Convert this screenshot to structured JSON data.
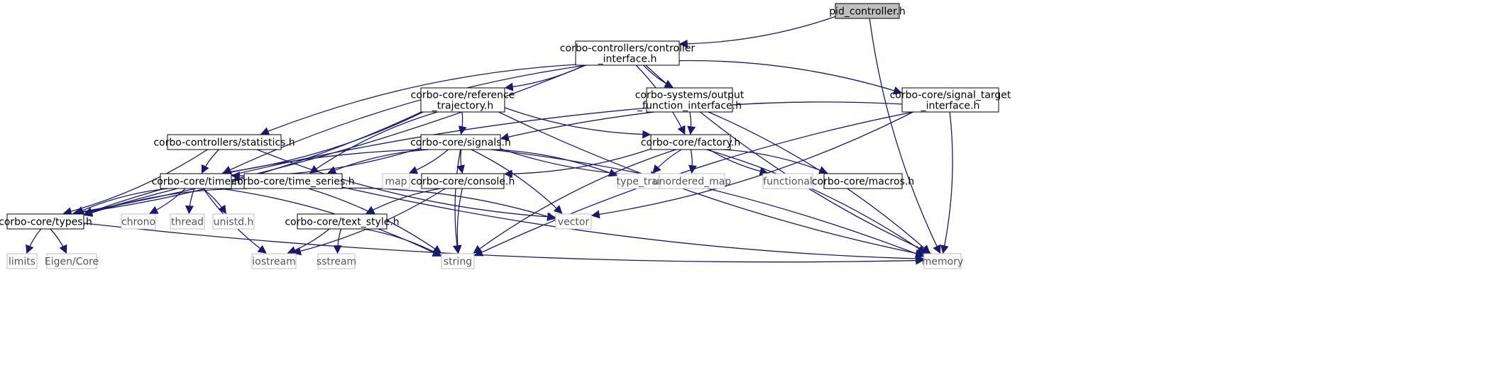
{
  "colors": {
    "edge": "#191970",
    "node_border": "#000000",
    "system_border": "#bfbfbf",
    "root_fill": "#bfbfbf",
    "node_fill": "#ffffff",
    "system_text": "#555555"
  },
  "diagram": {
    "nodes": [
      {
        "id": "pid",
        "lines": [
          "pid_controller.h"
        ],
        "kind": "root"
      },
      {
        "id": "ci",
        "lines": [
          "corbo-controllers/controller",
          "_interface.h"
        ],
        "kind": "header"
      },
      {
        "id": "ref",
        "lines": [
          "corbo-core/reference",
          "_trajectory.h"
        ],
        "kind": "header"
      },
      {
        "id": "ofi",
        "lines": [
          "corbo-systems/output",
          "_function_interface.h"
        ],
        "kind": "header"
      },
      {
        "id": "sti",
        "lines": [
          "corbo-core/signal_target",
          "_interface.h"
        ],
        "kind": "header"
      },
      {
        "id": "stat",
        "lines": [
          "corbo-controllers/statistics.h"
        ],
        "kind": "header"
      },
      {
        "id": "sig",
        "lines": [
          "corbo-core/signals.h"
        ],
        "kind": "header"
      },
      {
        "id": "fac",
        "lines": [
          "corbo-core/factory.h"
        ],
        "kind": "header"
      },
      {
        "id": "time",
        "lines": [
          "corbo-core/time.h"
        ],
        "kind": "header"
      },
      {
        "id": "ts",
        "lines": [
          "corbo-core/time_series.h"
        ],
        "kind": "header"
      },
      {
        "id": "map",
        "lines": [
          "map"
        ],
        "kind": "system"
      },
      {
        "id": "con",
        "lines": [
          "corbo-core/console.h"
        ],
        "kind": "header"
      },
      {
        "id": "tt",
        "lines": [
          "type_traits"
        ],
        "kind": "system"
      },
      {
        "id": "um",
        "lines": [
          "unordered_map"
        ],
        "kind": "system"
      },
      {
        "id": "func",
        "lines": [
          "functional"
        ],
        "kind": "system"
      },
      {
        "id": "mac",
        "lines": [
          "corbo-core/macros.h"
        ],
        "kind": "header"
      },
      {
        "id": "types",
        "lines": [
          "corbo-core/types.h"
        ],
        "kind": "header"
      },
      {
        "id": "chrono",
        "lines": [
          "chrono"
        ],
        "kind": "system"
      },
      {
        "id": "thread",
        "lines": [
          "thread"
        ],
        "kind": "system"
      },
      {
        "id": "unistd",
        "lines": [
          "unistd.h"
        ],
        "kind": "system"
      },
      {
        "id": "tsty",
        "lines": [
          "corbo-core/text_style.h"
        ],
        "kind": "header"
      },
      {
        "id": "vector",
        "lines": [
          "vector"
        ],
        "kind": "system"
      },
      {
        "id": "limits",
        "lines": [
          "limits"
        ],
        "kind": "system"
      },
      {
        "id": "eigen",
        "lines": [
          "Eigen/Core"
        ],
        "kind": "system"
      },
      {
        "id": "iostream",
        "lines": [
          "iostream"
        ],
        "kind": "system"
      },
      {
        "id": "sstream",
        "lines": [
          "sstream"
        ],
        "kind": "system"
      },
      {
        "id": "string",
        "lines": [
          "string"
        ],
        "kind": "system"
      },
      {
        "id": "memory",
        "lines": [
          "memory"
        ],
        "kind": "system"
      }
    ],
    "edges": [
      [
        "pid",
        "ci"
      ],
      [
        "pid",
        "memory"
      ],
      [
        "ci",
        "ref"
      ],
      [
        "ci",
        "ofi"
      ],
      [
        "ci",
        "sti"
      ],
      [
        "ci",
        "stat"
      ],
      [
        "ci",
        "fac"
      ],
      [
        "ci",
        "time"
      ],
      [
        "ci",
        "types"
      ],
      [
        "ci",
        "memory"
      ],
      [
        "ref",
        "sig"
      ],
      [
        "ref",
        "fac"
      ],
      [
        "ref",
        "time"
      ],
      [
        "ref",
        "ts"
      ],
      [
        "ref",
        "types"
      ],
      [
        "ref",
        "memory"
      ],
      [
        "ofi",
        "fac"
      ],
      [
        "ofi",
        "types"
      ],
      [
        "ofi",
        "memory"
      ],
      [
        "sti",
        "sig"
      ],
      [
        "sti",
        "vector"
      ],
      [
        "sti",
        "string"
      ],
      [
        "sti",
        "memory"
      ],
      [
        "stat",
        "time"
      ],
      [
        "stat",
        "types"
      ],
      [
        "stat",
        "vector"
      ],
      [
        "sig",
        "time"
      ],
      [
        "sig",
        "ts"
      ],
      [
        "sig",
        "map"
      ],
      [
        "sig",
        "con"
      ],
      [
        "sig",
        "tt"
      ],
      [
        "sig",
        "um"
      ],
      [
        "sig",
        "vector"
      ],
      [
        "sig",
        "string"
      ],
      [
        "sig",
        "memory"
      ],
      [
        "sig",
        "types"
      ],
      [
        "fac",
        "con"
      ],
      [
        "fac",
        "tt"
      ],
      [
        "fac",
        "um"
      ],
      [
        "fac",
        "func"
      ],
      [
        "fac",
        "mac"
      ],
      [
        "fac",
        "string"
      ],
      [
        "fac",
        "memory"
      ],
      [
        "time",
        "types"
      ],
      [
        "time",
        "chrono"
      ],
      [
        "time",
        "thread"
      ],
      [
        "time",
        "unistd"
      ],
      [
        "time",
        "iostream"
      ],
      [
        "time",
        "string"
      ],
      [
        "ts",
        "types"
      ],
      [
        "ts",
        "string"
      ],
      [
        "ts",
        "memory"
      ],
      [
        "ts",
        "vector"
      ],
      [
        "con",
        "tsty"
      ],
      [
        "con",
        "iostream"
      ],
      [
        "con",
        "string"
      ],
      [
        "tsty",
        "iostream"
      ],
      [
        "tsty",
        "sstream"
      ],
      [
        "tsty",
        "string"
      ],
      [
        "types",
        "limits"
      ],
      [
        "types",
        "eigen"
      ],
      [
        "types",
        "memory"
      ]
    ]
  }
}
